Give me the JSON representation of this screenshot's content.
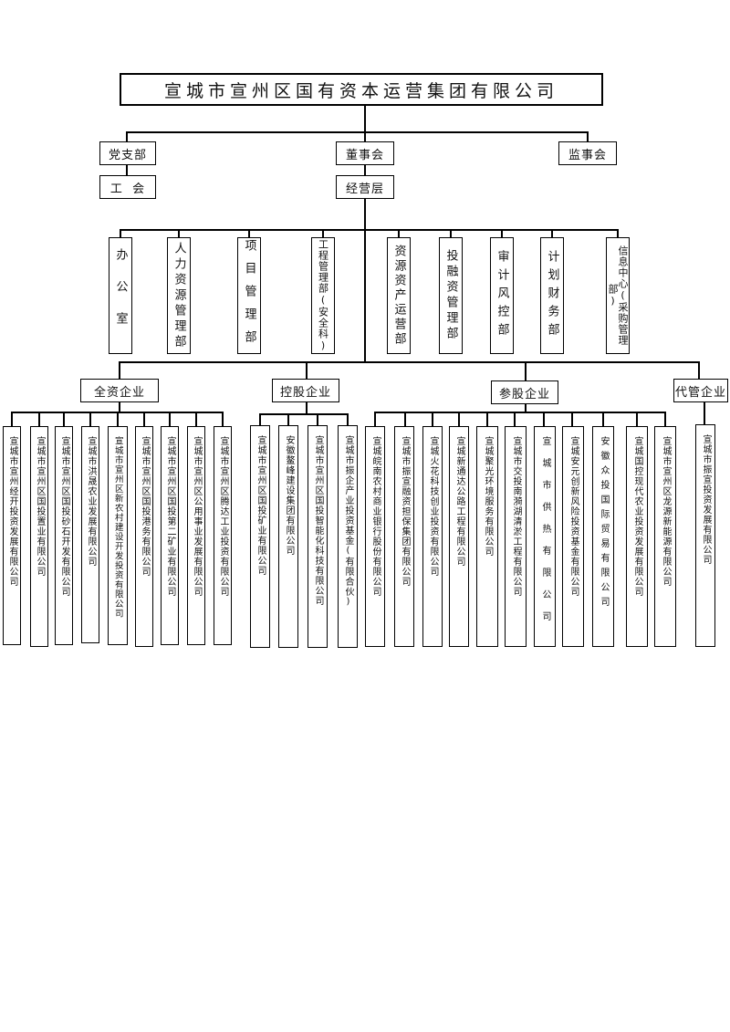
{
  "company_title": "宣城市宣州区国有资本运营集团有限公司",
  "party_branch": "党支部",
  "board": "董事会",
  "supervisory_board": "监事会",
  "union": "工  会",
  "management": "经营层",
  "departments": [
    "办公室",
    "人力资源管理部",
    "项目管理部",
    "工程管理部(安全科)",
    "资源资产运营部",
    "投融资管理部",
    "审计风控部",
    "计划财务部",
    "信息中心(采购管理部)"
  ],
  "categories": {
    "wholly_owned": "全资企业",
    "holding": "控股企业",
    "participating": "参股企业",
    "managed": "代管企业"
  },
  "wholly_owned_companies": [
    "宣城市宣州经开投资发展有限公司",
    "宣城市宣州区国投置业有限公司",
    "宣城市宣州区国投砂石开发有限公司",
    "宣城市洪晟农业发展有限公司",
    "宣城市宣州区新农村建设开发投资有限公司",
    "宣城市宣州区国投港务有限公司",
    "宣城市宣州区国投第二矿业有限公司",
    "宣城市宣州区公用事业发展有限公司",
    "宣城市宣州区腾达工业投资有限公司"
  ],
  "holding_companies": [
    "宣城市宣州区国投矿业有限公司",
    "安徽鳌峰建设集团有限公司",
    "宣城市宣州区国投智能化科技有限公司",
    "宣城市振企产业投资基金(有限合伙)"
  ],
  "participating_companies": [
    "宣城皖南农村商业银行股份有限公司",
    "宣城市振宣融资担保集团有限公司",
    "宣城火花科技创业投资有限公司",
    "宣城新通达公路工程有限公司",
    "宣城聚光环境服务有限公司",
    "宣城市交投南漪湖清淤工程有限公司",
    "宣城市供热有限公司",
    "宣城安元创新风险投资基金有限公司",
    "安徽众投国际贸易有限公司",
    "宣城国控现代农业投资发展有限公司",
    "宣城市宣州区龙源新能源有限公司"
  ],
  "managed_companies": [
    "宣城市振宣投资发展有限公司"
  ]
}
